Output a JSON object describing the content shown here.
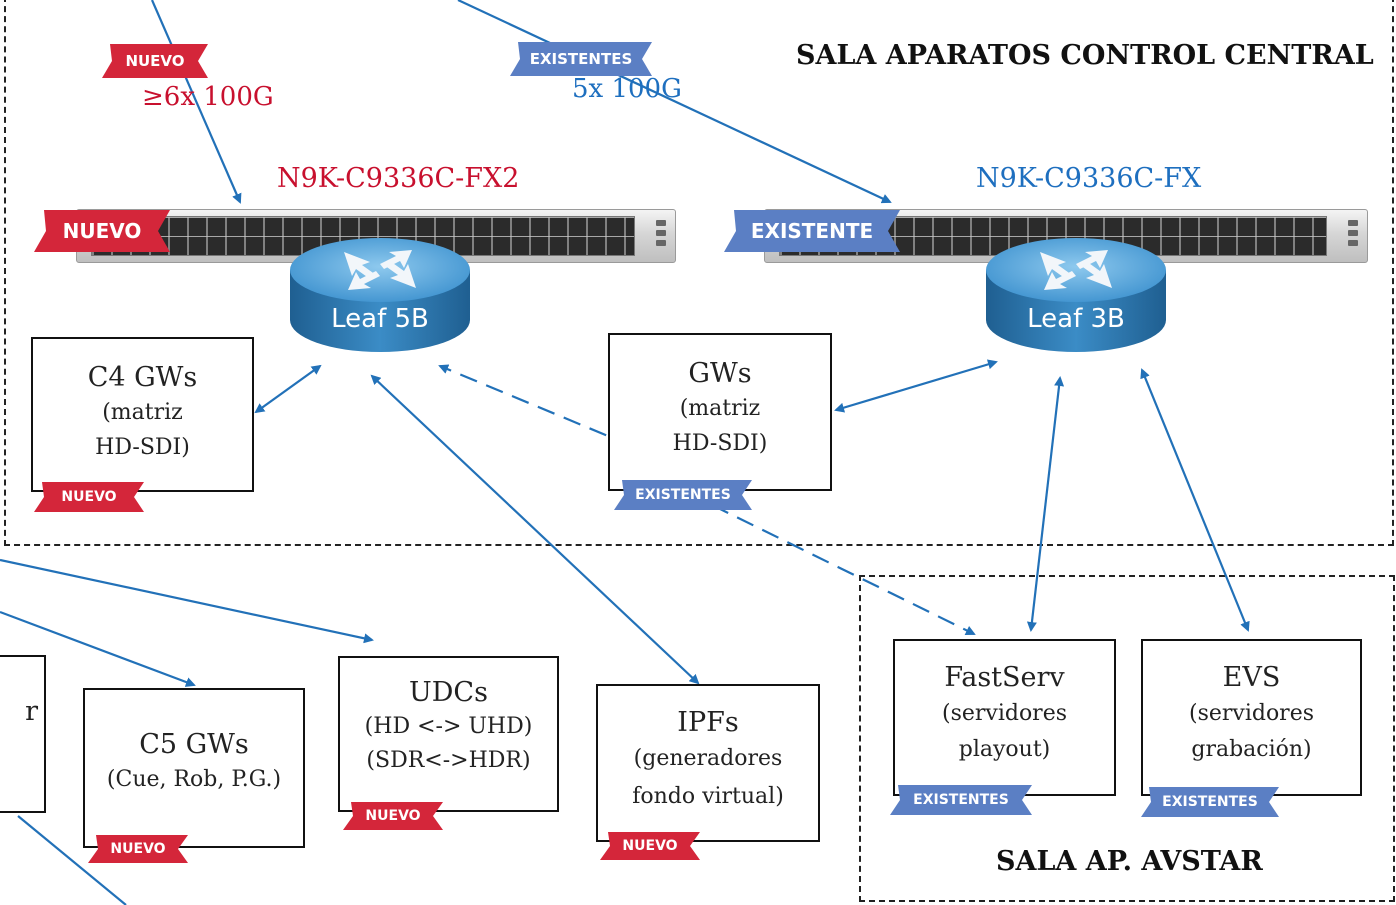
{
  "colors": {
    "new": "#c8102e",
    "existing": "#1e6fbf",
    "arrow": "#2271b8",
    "tag_new": "#d4263a",
    "tag_existing": "#5b7fc4"
  },
  "zones": {
    "central": {
      "title": "SALA APARATOS CONTROL CENTRAL"
    },
    "avstar": {
      "title": "SALA AP. AVSTAR"
    }
  },
  "uplinks": {
    "new": {
      "badge": "NUEVO",
      "speed": "≥6x 100G"
    },
    "existing": {
      "badge": "EXISTENTES",
      "speed": "5x 100G"
    }
  },
  "switches": {
    "leaf5b": {
      "model": "N9K-C9336C-FX2",
      "badge": "NUEVO",
      "router_label": "Leaf 5B"
    },
    "leaf3b": {
      "model": "N9K-C9336C-FX",
      "badge": "EXISTENTE",
      "router_label": "Leaf 3B"
    }
  },
  "devices": {
    "c4gws": {
      "title": "C4 GWs",
      "lines": [
        "(matriz",
        "HD-SDI)"
      ],
      "badge": "NUEVO"
    },
    "gws": {
      "title": "GWs",
      "lines": [
        "(matriz",
        "HD-SDI)"
      ],
      "badge": "EXISTENTES"
    },
    "partial": {
      "title": "r"
    },
    "c5gws": {
      "title": "C5 GWs",
      "lines": [
        "(Cue, Rob, P.G.)"
      ],
      "badge": "NUEVO"
    },
    "udcs": {
      "title": "UDCs",
      "lines": [
        "(HD <-> UHD)",
        "(SDR<->HDR)"
      ],
      "badge": "NUEVO"
    },
    "ipfs": {
      "title": "IPFs",
      "lines": [
        "(generadores",
        "fondo virtual)"
      ],
      "badge": "NUEVO"
    },
    "fastserv": {
      "title": "FastServ",
      "lines": [
        "(servidores",
        "playout)"
      ],
      "badge": "EXISTENTES"
    },
    "evs": {
      "title": "EVS",
      "lines": [
        "(servidores",
        "grabación)"
      ],
      "badge": "EXISTENTES"
    }
  },
  "icons": {
    "router": "router-icon"
  }
}
